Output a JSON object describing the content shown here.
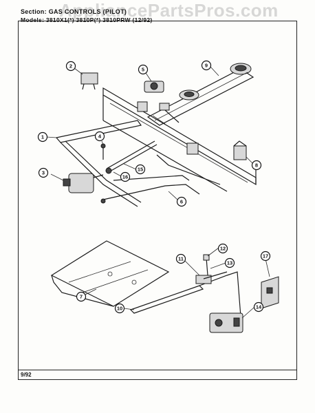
{
  "header": {
    "section": "Section:  GAS  CONTROLS  (PILOT)",
    "models": "Models:  3810X1(*)   3810P(*)   3810PRW   (12/92)"
  },
  "watermark": "AppliancePartsPros.com",
  "footer": {
    "date": "9/92"
  },
  "callouts": [
    {
      "label": "1"
    },
    {
      "label": "2"
    },
    {
      "label": "3"
    },
    {
      "label": "4"
    },
    {
      "label": "5"
    },
    {
      "label": "6"
    },
    {
      "label": "7"
    },
    {
      "label": "8"
    },
    {
      "label": "9"
    },
    {
      "label": "10"
    },
    {
      "label": "11"
    },
    {
      "label": "12"
    },
    {
      "label": "13"
    },
    {
      "label": "14"
    },
    {
      "label": "15"
    },
    {
      "label": "16"
    },
    {
      "label": "17"
    }
  ]
}
